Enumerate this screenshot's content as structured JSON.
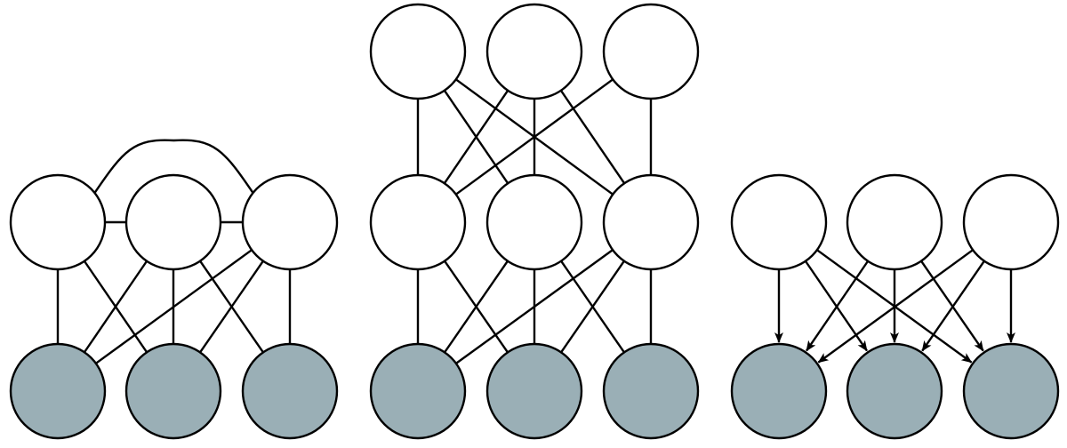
{
  "colors": {
    "background": "#ffffff",
    "stroke": "#000000",
    "hidden_fill": "#ffffff",
    "visible_fill": "#9aafb6"
  },
  "panels": [
    {
      "name": "undirected-two-layer",
      "edge_type": "undirected",
      "node_types": [
        "hidden",
        "hidden",
        "hidden",
        "visible",
        "visible",
        "visible"
      ],
      "edges": [
        [
          0,
          1
        ],
        [
          1,
          2
        ],
        [
          0,
          2
        ],
        [
          0,
          3
        ],
        [
          0,
          4
        ],
        [
          1,
          3
        ],
        [
          1,
          4
        ],
        [
          1,
          5
        ],
        [
          2,
          3
        ],
        [
          2,
          4
        ],
        [
          2,
          5
        ]
      ]
    },
    {
      "name": "undirected-three-layer",
      "edge_type": "undirected",
      "node_types": [
        "hidden",
        "hidden",
        "hidden",
        "hidden",
        "hidden",
        "hidden",
        "visible",
        "visible",
        "visible"
      ],
      "edges": [
        [
          0,
          3
        ],
        [
          0,
          4
        ],
        [
          0,
          5
        ],
        [
          1,
          3
        ],
        [
          1,
          4
        ],
        [
          1,
          5
        ],
        [
          2,
          3
        ],
        [
          2,
          5
        ],
        [
          3,
          6
        ],
        [
          3,
          7
        ],
        [
          4,
          6
        ],
        [
          4,
          7
        ],
        [
          4,
          8
        ],
        [
          5,
          6
        ],
        [
          5,
          7
        ],
        [
          5,
          8
        ]
      ]
    },
    {
      "name": "directed-two-layer",
      "edge_type": "directed",
      "node_types": [
        "hidden",
        "hidden",
        "hidden",
        "visible",
        "visible",
        "visible"
      ],
      "edges": [
        [
          0,
          3
        ],
        [
          0,
          4
        ],
        [
          0,
          5
        ],
        [
          1,
          3
        ],
        [
          1,
          4
        ],
        [
          1,
          5
        ],
        [
          2,
          3
        ],
        [
          2,
          4
        ],
        [
          2,
          5
        ]
      ]
    }
  ]
}
